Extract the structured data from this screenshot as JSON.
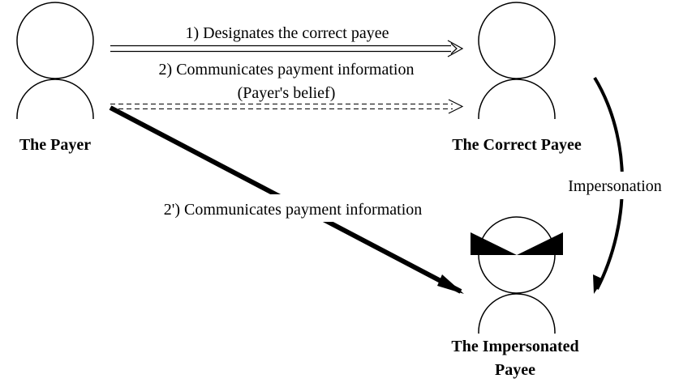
{
  "actors": {
    "payer": {
      "label": "The Payer"
    },
    "correct_payee": {
      "label": "The Correct Payee"
    },
    "impersonated_payee": {
      "label_line1": "The Impersonated",
      "label_line2": "Payee"
    }
  },
  "edges": {
    "designates": {
      "label": "1) Designates the correct payee",
      "style": "double-line"
    },
    "communicates_belief": {
      "label_line1": "2) Communicates payment information",
      "label_line2": "(Payer's belief)",
      "style": "dashed-double-line"
    },
    "communicates_actual": {
      "label": "2') Communicates payment information",
      "style": "thick"
    },
    "impersonation": {
      "label": "Impersonation",
      "style": "curved"
    }
  },
  "colors": {
    "ink": "#000000",
    "background": "#ffffff"
  }
}
